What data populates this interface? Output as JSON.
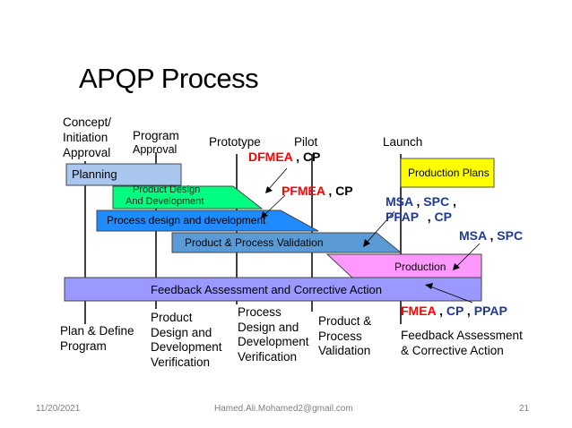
{
  "slide": {
    "title": "APQP Process",
    "footer": {
      "date": "11/20/2021",
      "email": "Hamed.Ali.Mohamed2@gmail.com",
      "page": "21"
    }
  },
  "milestones": {
    "concept": [
      "Concept/",
      "Initiation",
      "Approval"
    ],
    "program": [
      "Program",
      "Approval"
    ],
    "prototype": "Prototype",
    "pilot": "Pilot",
    "launch": "Launch"
  },
  "phases": {
    "planning": "Planning",
    "product_design": [
      "Product Design",
      "And Development"
    ],
    "process_design": "Process design and development",
    "validation": "Product & Process Validation",
    "production": "Production",
    "feedback": "Feedback Assessment and Corrective Action",
    "production_plans": "Production Plans"
  },
  "tools": {
    "dfmea": {
      "a": "DFMEA",
      "sep": ",",
      "b": "CP"
    },
    "pfmea": {
      "a": "PFMEA",
      "sep": ",",
      "b": "CP"
    },
    "msa1": {
      "a": "MSA",
      "s1": ",",
      "b": "SPC",
      "s2": ","
    },
    "ppap": {
      "a": "PPAP",
      "s1": ",",
      "b": "CP"
    },
    "msa2": {
      "a": "MSA",
      "s1": ",",
      "b": "SPC"
    },
    "fmea": {
      "a": "FMEA",
      "s1": ",",
      "b": "CP",
      "s2": ",",
      "c": "PPAP"
    }
  },
  "bottom": {
    "plan": [
      "Plan & Define",
      "Program"
    ],
    "pdv": [
      "Product",
      "Design and",
      "Development",
      "Verification"
    ],
    "process_v": [
      "Process",
      "Design and",
      "Development",
      "Verification"
    ],
    "ppv": [
      "Product &",
      "Process",
      "Validation"
    ],
    "feedback": [
      "Feedback Assessment",
      "& Corrective Action"
    ]
  },
  "colors": {
    "planning": "#a9c6ee",
    "product_design": "#00ff80",
    "process_design": "#1f8bff",
    "validation": "#5b9bd5",
    "production": "#ff99ff",
    "feedback": "#9999ff",
    "production_plans": "#ffff00",
    "tool_red": "#ff0000",
    "tool_blue": "#1f3a93"
  }
}
